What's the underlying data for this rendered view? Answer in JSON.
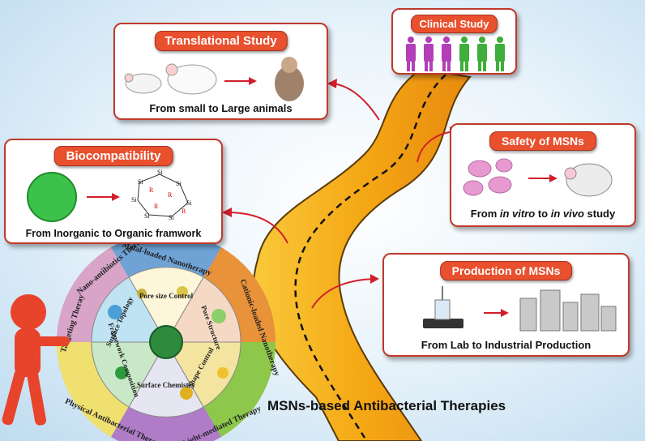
{
  "cards": {
    "clinical": {
      "title": "Clinical Study"
    },
    "translational": {
      "title": "Translational Study",
      "caption": "From small to Large animals"
    },
    "safety": {
      "title": "Safety of MSNs",
      "caption_pre": "From ",
      "caption_i1": "in vitro",
      "caption_mid": " to ",
      "caption_i2": "in vivo",
      "caption_post": " study"
    },
    "biocompat": {
      "title": "Biocompatibility",
      "caption": "From Inorganic to Organic framwork"
    },
    "production": {
      "title": "Production of MSNs",
      "caption": "From Lab to Industrial Production"
    }
  },
  "main_title": "MSNs-based Antibacterial Therapies",
  "wheel": {
    "outer_segments": [
      "Metal-loaded Nanotherapy",
      "Cationic-loaded Nanotherapy",
      "Light-mediated Therapy",
      "Physical Antibacterial Therapy",
      "Targeting Theray",
      "Nano-antibiotics Theray"
    ],
    "inner_segments": [
      "Pore size Control",
      "Pore Structure",
      "Shape Control",
      "Surface Chemistry",
      "Framework Composition",
      "Surface Topology"
    ]
  },
  "colors": {
    "accent": "#e8502e",
    "road": "#f6b21a",
    "people_purple": "#b23fb8",
    "people_green": "#3fae3a"
  }
}
